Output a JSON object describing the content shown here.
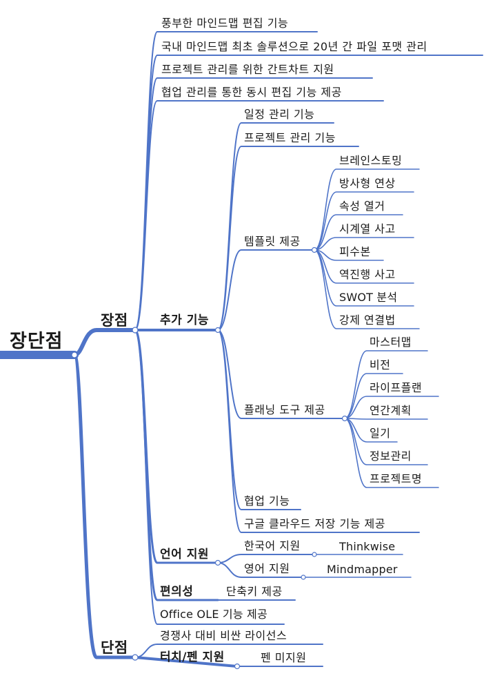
{
  "root": "장단점",
  "branches": {
    "pros": "장점",
    "cons": "단점"
  },
  "pros": {
    "p1": "풍부한 마인드맵 편집 기능",
    "p2": "국내 마인드맵 최초 솔루션으로 20년 간 파일 포맷 관리",
    "p3": "프로젝트 관리를 위한 간트차트 지원",
    "p4": "협업 관리를 통한 동시 편집 기능 제공",
    "extra": {
      "label": "추가 기능",
      "schedule": "일정 관리 기능",
      "project": "프로젝트 관리 기능",
      "template": {
        "label": "템플릿 제공",
        "items": [
          "브레인스토밍",
          "방사형 연상",
          "속성 열거",
          "시계열 사고",
          "피수본",
          "역진행 사고",
          "SWOT 분석",
          "강제 연결법"
        ]
      },
      "planning": {
        "label": "플래닝 도구 제공",
        "items": [
          "마스터맵",
          "비전",
          "라이프플랜",
          "연간계획",
          "일기",
          "정보관리",
          "프로젝트명"
        ]
      },
      "collab": "협업 기능",
      "cloud": "구글 클라우드 저장 기능 제공"
    },
    "lang": {
      "label": "언어 지원",
      "korean": "한국어 지원",
      "korean_name": "Thinkwise",
      "english": "영어 지원",
      "english_name": "Mindmapper"
    },
    "conv": {
      "label": "편의성",
      "shortcut": "단축키 제공"
    },
    "ole": "Office OLE 기능 제공"
  },
  "cons": {
    "price": "경쟁사 대비 비싼 라이선스",
    "touch": {
      "label": "터치/펜 지원",
      "pen": "펜 미지원"
    }
  },
  "colors": {
    "link": "#4f74c8",
    "link_dark": "#3d62b5",
    "text": "#1a1a1a"
  }
}
